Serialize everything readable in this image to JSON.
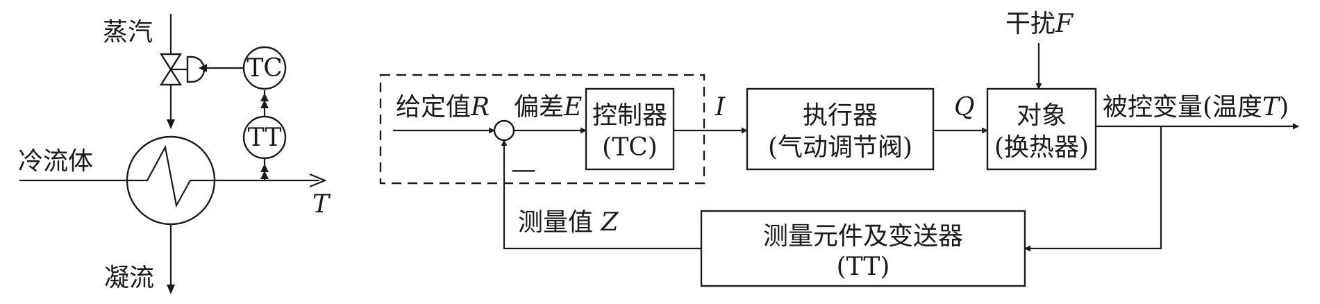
{
  "left_diagram": {
    "steam": "蒸汽",
    "cold_fluid": "冷流体",
    "condensate": "凝流",
    "tc": "TC",
    "tt": "TT",
    "output_var": "T"
  },
  "block_diagram": {
    "setpoint": {
      "text": "给定值",
      "symbol": "R"
    },
    "error": {
      "text": "偏差",
      "symbol": "E"
    },
    "minus_sign": "—",
    "controller": {
      "line1": "控制器",
      "line2": "(TC)"
    },
    "signal_i": "I",
    "actuator": {
      "line1": "执行器",
      "line2": "(气动调节阀)"
    },
    "signal_q": "Q",
    "process": {
      "line1": "对象",
      "line2": "(换热器)"
    },
    "disturbance": {
      "text": "干扰",
      "symbol": "F"
    },
    "controlled_var": {
      "text": "被控变量(温度",
      "symbol": "T",
      "close": ")"
    },
    "measured": {
      "text": "测量值 ",
      "symbol": "Z"
    },
    "sensor": {
      "line1": "测量元件及变送器",
      "line2": "(TT)"
    }
  }
}
